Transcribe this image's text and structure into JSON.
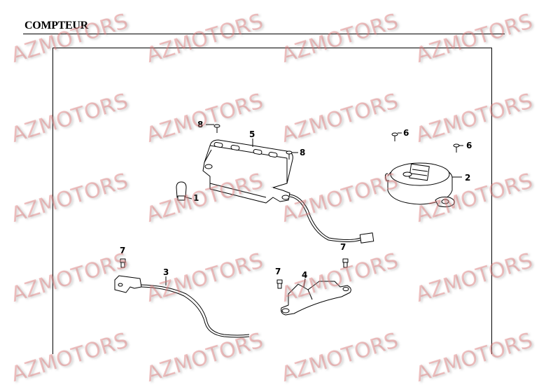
{
  "page": {
    "title": "COMPTEUR"
  },
  "watermark": {
    "text": "AZMOTORS",
    "color": "#e07878"
  },
  "parts": [
    {
      "ref": "1",
      "label": "1",
      "component": "bulb"
    },
    {
      "ref": "2",
      "label": "2",
      "component": "speedometer"
    },
    {
      "ref": "3",
      "label": "3",
      "component": "sensor-cable"
    },
    {
      "ref": "4",
      "label": "4",
      "component": "meter-bracket"
    },
    {
      "ref": "5",
      "label": "5",
      "component": "indicator-panel"
    },
    {
      "ref": "6a",
      "label": "6",
      "component": "screw"
    },
    {
      "ref": "6b",
      "label": "6",
      "component": "screw"
    },
    {
      "ref": "7a",
      "label": "7",
      "component": "bolt"
    },
    {
      "ref": "7b",
      "label": "7",
      "component": "bolt"
    },
    {
      "ref": "7c",
      "label": "7",
      "component": "bolt"
    },
    {
      "ref": "8a",
      "label": "8",
      "component": "screw"
    },
    {
      "ref": "8b",
      "label": "8",
      "component": "screw"
    }
  ]
}
